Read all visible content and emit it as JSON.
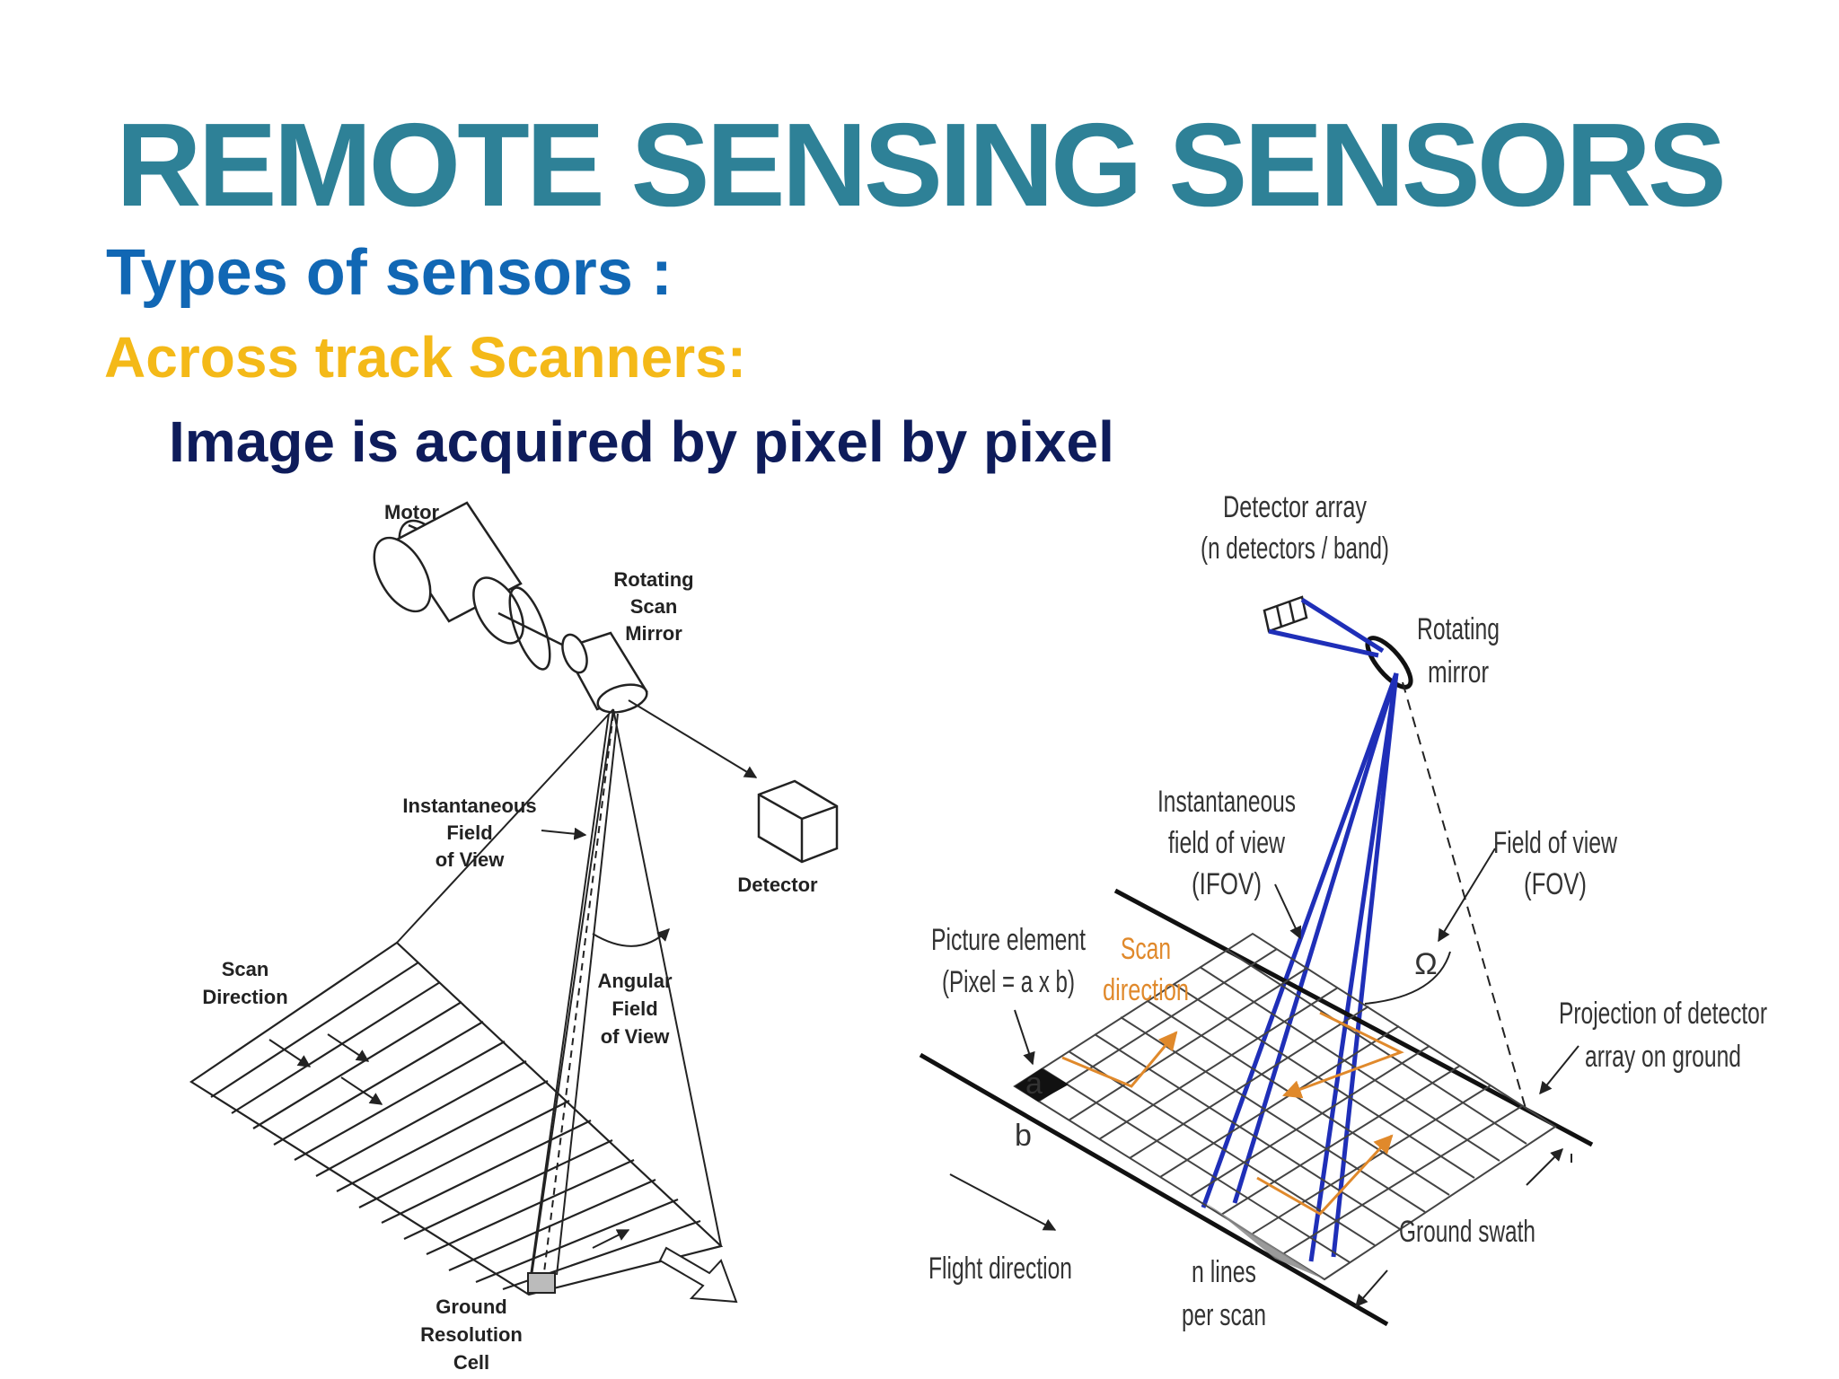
{
  "slide": {
    "title": "REMOTE SENSING SENSORS",
    "subtitle": "Types of sensors :",
    "heading": "Across track Scanners:",
    "body": "Image is acquired by pixel by pixel"
  },
  "left_diagram": {
    "labels": {
      "motor": "Motor",
      "mirror_1": "Rotating",
      "mirror_2": "Scan",
      "mirror_3": "Mirror",
      "ifov_1": "Instantaneous",
      "ifov_2": "Field",
      "ifov_3": "of View",
      "detector": "Detector",
      "scan_dir_1": "Scan",
      "scan_dir_2": "Direction",
      "afov_1": "Angular",
      "afov_2": "Field",
      "afov_3": "of View",
      "grc_1": "Ground",
      "grc_2": "Resolution",
      "grc_3": "Cell"
    }
  },
  "right_diagram": {
    "labels": {
      "det_array_1": "Detector array",
      "det_array_2": "(n detectors / band)",
      "rot_mirror_1": "Rotating",
      "rot_mirror_2": "mirror",
      "ifov_1": "Instantaneous",
      "ifov_2": "field of view",
      "ifov_3": "(IFOV)",
      "fov_1": "Field of view",
      "fov_2": "(FOV)",
      "omega": "Ω",
      "pixel_1": "Picture element",
      "pixel_2": "(Pixel = a x b)",
      "scan_1": "Scan",
      "scan_2": "direction",
      "proj_1": "Projection of detector",
      "proj_2": "array on ground",
      "a": "a",
      "b": "b",
      "flight": "Flight direction",
      "nlines_1": "n lines",
      "nlines_2": "per scan",
      "swath": "Ground swath"
    },
    "colors": {
      "scan_text": "#e0892b",
      "rays": "#1f2fb8"
    }
  }
}
